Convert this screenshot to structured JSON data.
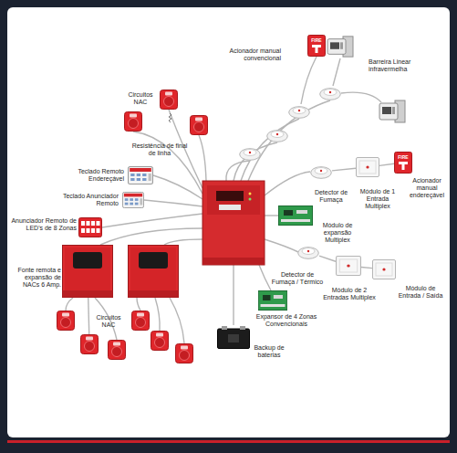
{
  "diagram": {
    "nodes": [
      {
        "text": [
          "Acionador manual convencional",
          "FIRE"
        ]
      },
      {
        "text": [
          "Barreira Linear infravermelha"
        ]
      },
      {
        "text": [
          "Circuitos NAC"
        ]
      },
      {
        "text": [
          "Teclado Remoto Endereçável"
        ]
      },
      {
        "text": [
          "Detector de Fumaça"
        ]
      },
      {
        "text": [
          "Módulo de 1 Entrada Multiplex"
        ]
      },
      {
        "text": [
          "Acionador manual endereçável",
          "FIRE"
        ]
      },
      {
        "text": [
          "Teclado Anunciador Remoto"
        ]
      },
      {
        "text": [
          "Anunciador Remoto de LED's de 8 Zonas"
        ]
      },
      {
        "text": [
          "Módulo de expansão Multiplex"
        ]
      },
      {
        "text": [
          "Fonte remota e expansão de NACs 6 Amp."
        ]
      },
      {
        "text": [
          "Detector de Fumaça / Térmico"
        ]
      },
      {
        "text": [
          "Módulo de 2 Entradas Multiplex"
        ]
      },
      {
        "text": [
          "Módulo de Entrada / Saída"
        ]
      },
      {
        "text": [
          "Expansor de 4 Zonas Convencionais"
        ]
      },
      {
        "text": [
          "Circuitos NAC"
        ]
      },
      {
        "text": [
          "Backup de baterias"
        ]
      }
    ],
    "edges": [
      {
        "from": 4,
        "to": 5,
        "arrow": "none"
      },
      {
        "from": 5,
        "to": 6,
        "arrow": "none"
      },
      {
        "from": 11,
        "to": 12,
        "arrow": "none"
      },
      {
        "from": 12,
        "to": 13,
        "arrow": "none"
      },
      {
        "from": 10,
        "to": 15,
        "arrow": "none"
      }
    ],
    "labels": [
      "Resistência de final de linha"
    ]
  }
}
